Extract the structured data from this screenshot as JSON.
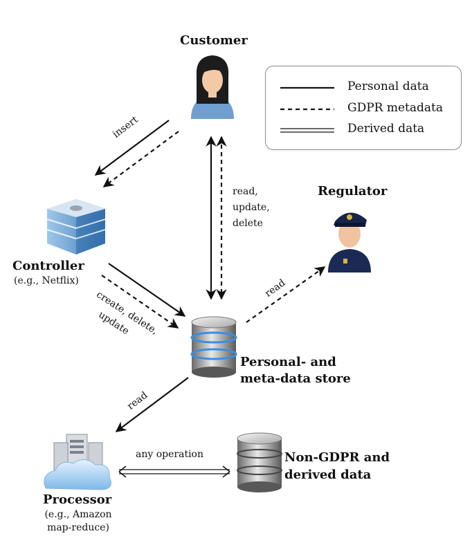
{
  "nodes": {
    "customer": {
      "label": "Customer",
      "icon": "customer-person-icon"
    },
    "regulator": {
      "label": "Regulator",
      "icon": "police-officer-icon"
    },
    "controller": {
      "label": "Controller",
      "sublabel": "(e.g., Netflix)",
      "icon": "office-building-icon"
    },
    "store": {
      "label_line1": "Personal- and",
      "label_line2": "meta-data store",
      "icon": "database-icon"
    },
    "processor": {
      "label": "Processor",
      "sublabel_line1": "(e.g., Amazon",
      "sublabel_line2": "map-reduce)",
      "icon": "server-cloud-icon"
    },
    "nongdpr": {
      "label_line1": "Non-GDPR and",
      "label_line2": "derived data",
      "icon": "database-icon"
    }
  },
  "edges": {
    "insert": "insert",
    "read_update_delete_1": "read,",
    "read_update_delete_2": "update,",
    "read_update_delete_3": "delete",
    "regulator_read": "read",
    "create_1": "create, delete,",
    "create_2": "update",
    "processor_read": "read",
    "any_operation": "any operation"
  },
  "legend": {
    "personal": "Personal data",
    "metadata": "GDPR metadata",
    "derived": "Derived data"
  },
  "colors": {
    "line": "#111111",
    "db_blue": "#3a8fe0",
    "legend_border": "#888888"
  }
}
